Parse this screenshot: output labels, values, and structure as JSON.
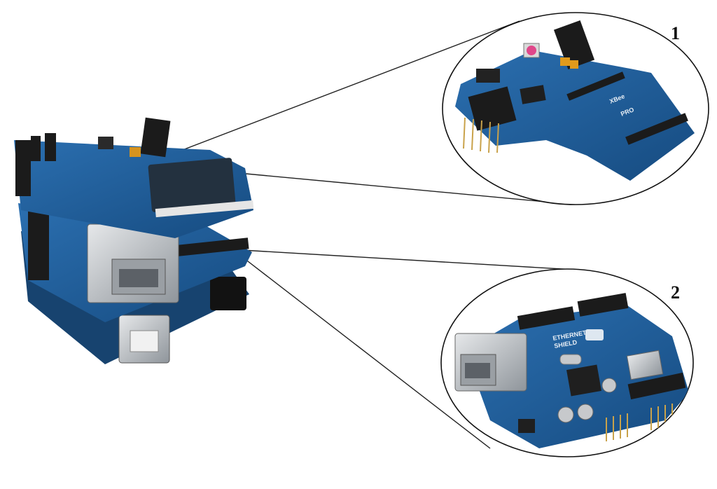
{
  "callouts": [
    {
      "number": "1",
      "component": "xbee-shield"
    },
    {
      "number": "2",
      "component": "ethernet-shield"
    }
  ],
  "silkscreen": {
    "xbee_brand": "XBee",
    "xbee_model": "PRO",
    "ethernet_line1": "ETHERNET",
    "ethernet_line2": "SHIELD"
  },
  "colors": {
    "board_blue": "#1f5f9e",
    "board_dark": "#123f6e",
    "header_black": "#1b1b1b",
    "metal": "#b9bdc2",
    "button_pink": "#e0478a",
    "capacitor_orange": "#e09a1c"
  }
}
